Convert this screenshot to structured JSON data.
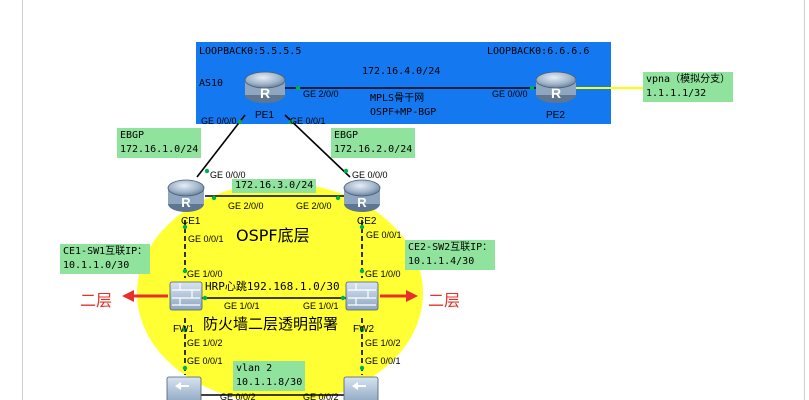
{
  "labels": {
    "pe1_loopback": "LOOPBACK0:5.5.5.5",
    "pe2_loopback": "LOOPBACK0:6.6.6.6",
    "as": "AS10",
    "pe_link_subnet": "172.16.4.0/24",
    "mpls_backbone": "MPLS骨干网",
    "ospf_mpbgp": "OSPF+MP-BGP",
    "vpna_title": "vpna（模拟分支）",
    "vpna_ip": "1.1.1.1/32",
    "ebgp_left_title": "EBGP",
    "ebgp_left_subnet": "172.16.1.0/24",
    "ebgp_right_title": "EBGP",
    "ebgp_right_subnet": "172.16.2.0/24",
    "ce_link_subnet": "172.16.3.0/24",
    "ospf_bottom": "OSPF底层",
    "ce1_sw1_title": "CE1-SW1互联IP：",
    "ce1_sw1_ip": "10.1.1.0/30",
    "ce2_sw2_title": "CE2-SW2互联IP：",
    "ce2_sw2_ip": "10.1.1.4/30",
    "hrp": "HRP心跳192.168.1.0/30",
    "firewall_layer2": "防火墙二层透明部署",
    "layer2_left": "二层",
    "layer2_right": "二层",
    "vlan_title": "vlan 2",
    "vlan_subnet": "10.1.1.8/30"
  },
  "devices": {
    "pe1": "PE1",
    "pe2": "PE2",
    "ce1": "CE1",
    "ce2": "CE2",
    "fw1": "FW1",
    "fw2": "FW2"
  },
  "ports": {
    "pe1_ge200": "GE 2/0/0",
    "pe2_ge000": "GE 0/0/0",
    "pe1_ge000": "GE 0/0/0",
    "pe1_ge001": "GE 0/0/1",
    "ce1_ge000": "GE 0/0/0",
    "ce2_ge000": "GE 0/0/0",
    "ce1_ge200": "GE 2/0/0",
    "ce2_ge200": "GE 2/0/0",
    "ce1_ge001": "GE 0/0/1",
    "ce2_ge001": "GE 0/0/1",
    "fw1_ge100": "GE 1/0/0",
    "fw2_ge100": "GE 1/0/0",
    "fw1_ge101": "GE 1/0/1",
    "fw2_ge101": "GE 1/0/1",
    "fw1_ge102": "GE 1/0/2",
    "fw2_ge102": "GE 1/0/2",
    "sw1_ge001": "GE 0/0/1",
    "sw2_ge001": "GE 0/0/1",
    "sw1_ge002": "GE 0/0/2",
    "sw2_ge002": "GE 0/0/2"
  },
  "colors": {
    "backbone_area": "#1478f0",
    "ospf_area": "#ffff33",
    "label_bg": "#8fe39c",
    "arrow": "#e8302a",
    "vpna_link": "#ffff00"
  }
}
